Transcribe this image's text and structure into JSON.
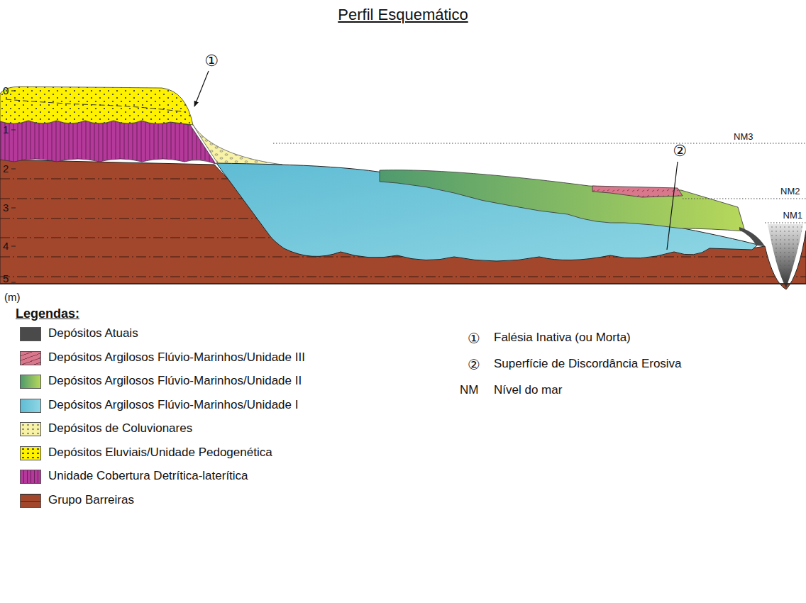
{
  "diagram": {
    "title": "Perfil Esquemático",
    "labels": [
      "0",
      "1",
      "2",
      "3",
      "4",
      "5",
      "(m)",
      "①",
      "②",
      "NM3",
      "NM2",
      "NM1",
      "Legendas:",
      "①",
      "②",
      "NM"
    ],
    "legend": [
      {
        "text": "Depósitos Atuais",
        "color": "#4a4a4a"
      },
      {
        "text": "Depósitos Argilosos Flúvio-Marinhos/Unidade III",
        "color": "#d9788c"
      },
      {
        "text": "Depósitos Argilosos Flúvio-Marinhos/Unidade II",
        "color": "#8cc063"
      },
      {
        "text": "Depósitos Argilosos Flúvio-Marinhos/Unidade I",
        "color": "#74c6db"
      },
      {
        "text": "Depósitos de Coluvionares",
        "color": "#f7f2a6"
      },
      {
        "text": "Depósitos Eluviais/Unidade Pedogenética",
        "color": "#fff200"
      },
      {
        "text": "Unidade Cobertura Detrítica-laterítica",
        "color": "#b5399a"
      },
      {
        "text": "Grupo Barreiras",
        "color": "#a3472c"
      },
      {
        "text": "Falésia Inativa (ou Morta)"
      },
      {
        "text": "Superfície de Discordância Erosiva"
      },
      {
        "text": "Nível do mar"
      }
    ]
  }
}
